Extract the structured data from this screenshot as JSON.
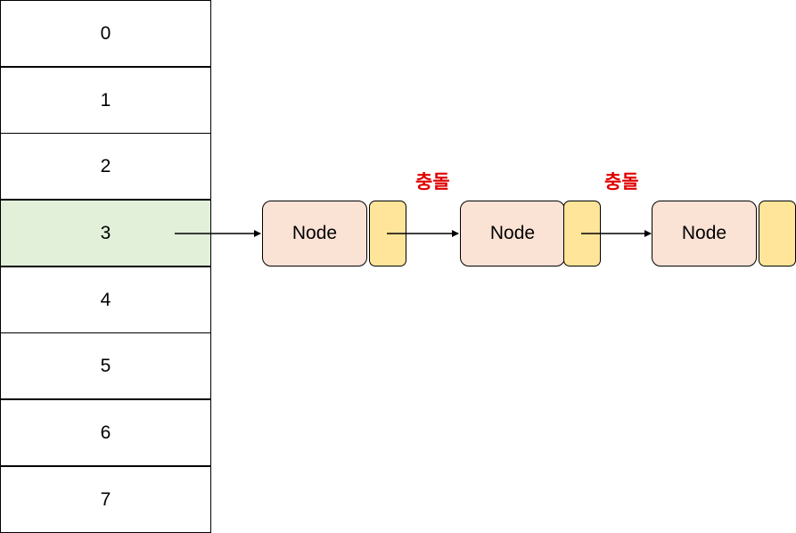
{
  "hash_table": {
    "slots": [
      "0",
      "1",
      "2",
      "3",
      "4",
      "5",
      "6",
      "7"
    ],
    "highlighted_slot_index": 3,
    "highlight_color": "#e2efd9"
  },
  "chain": {
    "nodes": [
      {
        "label": "Node"
      },
      {
        "label": "Node"
      },
      {
        "label": "Node"
      }
    ],
    "node_color": "#fae2d5",
    "pointer_color": "#ffe599"
  },
  "annotations": {
    "collision_labels": [
      "충돌",
      "충돌"
    ],
    "collision_color": "#e00000"
  }
}
